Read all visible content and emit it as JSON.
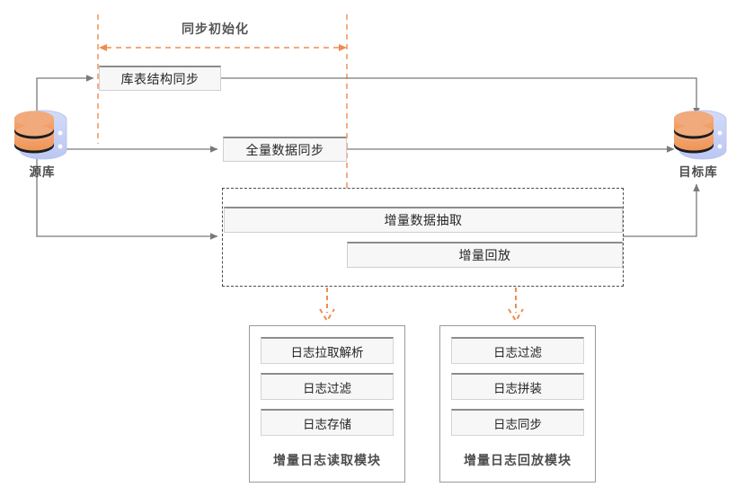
{
  "diagram": {
    "title_label": "同步初始化",
    "colors": {
      "accent_orange": "#f08b51",
      "line_gray": "#7a7a7a",
      "box_fill": "#f7f7f7",
      "box_border_top": "#8c8c8c",
      "text_dark": "#262626",
      "text_muted": "#4d4d4d",
      "db_front": "#f2a26b",
      "db_back": "#c3cdf5",
      "background": "#ffffff"
    }
  },
  "databases": {
    "source": {
      "label": "源库",
      "icon": "database-icon"
    },
    "target": {
      "label": "目标库",
      "icon": "database-icon"
    }
  },
  "stages": [
    {
      "id": "schema-sync",
      "label": "库表结构同步"
    },
    {
      "id": "full-data-sync",
      "label": "全量数据同步"
    },
    {
      "id": "incremental-extract",
      "label": "增量数据抽取"
    },
    {
      "id": "incremental-replay",
      "label": "增量回放"
    }
  ],
  "modules": [
    {
      "id": "incremental-log-read",
      "title": "增量日志读取模块",
      "items": [
        "日志拉取解析",
        "日志过滤",
        "日志存储"
      ]
    },
    {
      "id": "incremental-log-replay",
      "title": "增量日志回放模块",
      "items": [
        "日志过滤",
        "日志拼装",
        "日志同步"
      ]
    }
  ]
}
